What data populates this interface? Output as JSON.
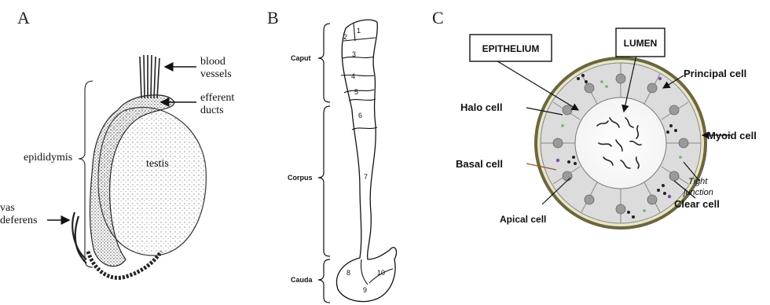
{
  "panelA": {
    "label": "A",
    "labels": {
      "blood_vessels": [
        "blood",
        "vessels"
      ],
      "efferent_ducts": [
        "efferent",
        "ducts"
      ],
      "testis": "testis",
      "epididymis": "epididymis",
      "vas_deferens": [
        "vas",
        "deferens"
      ]
    }
  },
  "panelB": {
    "label": "B",
    "regions": {
      "caput": "Caput",
      "corpus": "Corpus",
      "cauda": "Cauda"
    },
    "segments": [
      "1",
      "2",
      "3",
      "4",
      "5",
      "6",
      "7",
      "8",
      "9",
      "10"
    ]
  },
  "panelC": {
    "label": "C",
    "boxes": {
      "epithelium": "EPITHELIUM",
      "lumen": "LUMEN"
    },
    "cells": {
      "principal": "Principal cell",
      "halo": "Halo cell",
      "myoid": "Myoid cell",
      "basal": "Basal cell",
      "tight": [
        "Tight",
        "junction"
      ],
      "clear": "Clear cell",
      "apical": "Apical cell"
    }
  }
}
